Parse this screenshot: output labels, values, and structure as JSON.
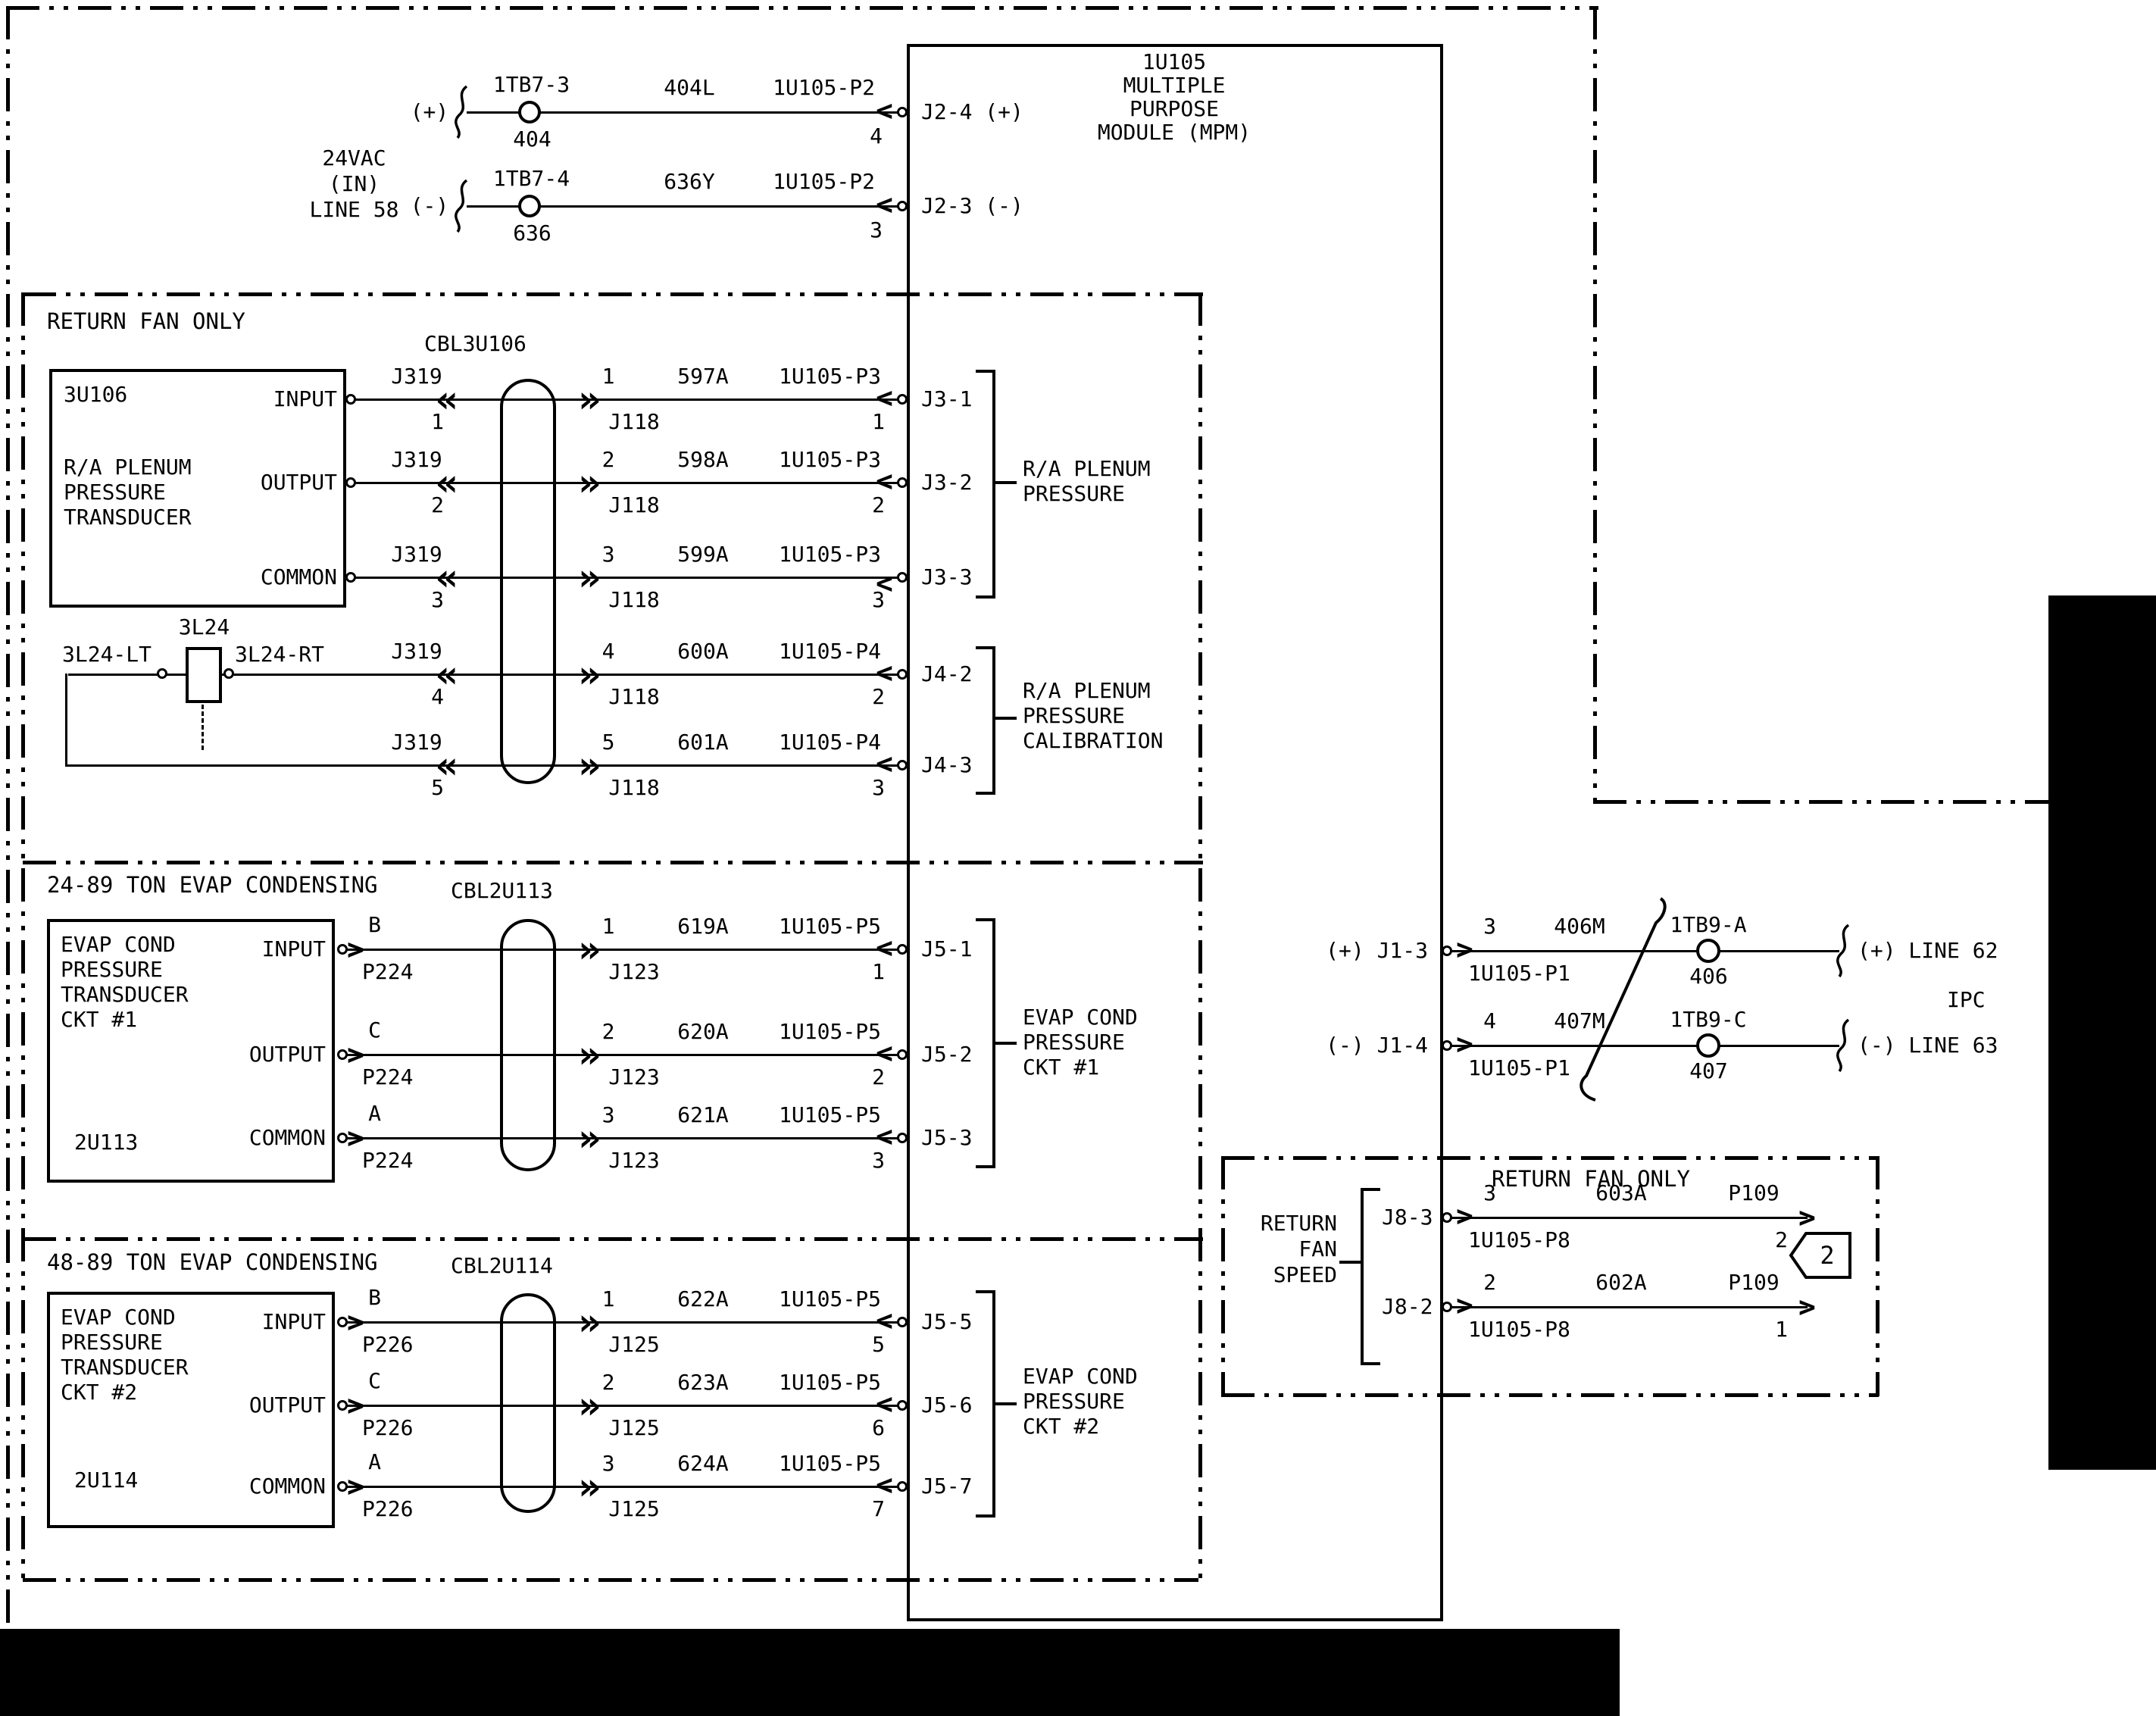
{
  "colors": {
    "ink": "#000000",
    "paper": "#ffffff"
  },
  "mpm": {
    "title": "1U105\nMULTIPLE\nPURPOSE\nMODULE (MPM)"
  },
  "power": {
    "source": "24VAC\n(IN)\nLINE 58",
    "rows": [
      {
        "pol": "(+)",
        "tb_top": "1TB7-3",
        "tb_bot": "404",
        "wire": "404L",
        "plug": "1U105-P2",
        "pin": "4",
        "jack": "J2-4 (+)"
      },
      {
        "pol": "(-)",
        "tb_top": "1TB7-4",
        "tb_bot": "636",
        "wire": "636Y",
        "plug": "1U105-P2",
        "pin": "3",
        "jack": "J2-3 (-)"
      }
    ]
  },
  "sec1": {
    "title": "RETURN FAN ONLY",
    "cable": "CBL3U106",
    "device_id": "3U106",
    "device_desc": "R/A PLENUM\nPRESSURE\nTRANSDUCER",
    "pins": [
      "INPUT",
      "OUTPUT",
      "COMMON"
    ],
    "rows": [
      {
        "cl_top": "J319",
        "cl_bot": "1",
        "cr_top": "1",
        "cr_bot": "J118",
        "wire": "597A",
        "plug": "1U105-P3",
        "pin": "1",
        "jack": "J3-1"
      },
      {
        "cl_top": "J319",
        "cl_bot": "2",
        "cr_top": "2",
        "cr_bot": "J118",
        "wire": "598A",
        "plug": "1U105-P3",
        "pin": "2",
        "jack": "J3-2"
      },
      {
        "cl_top": "J319",
        "cl_bot": "3",
        "cr_top": "3",
        "cr_bot": "J118",
        "wire": "599A",
        "plug": "1U105-P3",
        "pin": "3",
        "jack": "J3-3"
      },
      {
        "cl_top": "J319",
        "cl_bot": "4",
        "cr_top": "4",
        "cr_bot": "J118",
        "wire": "600A",
        "plug": "1U105-P4",
        "pin": "2",
        "jack": "J4-2"
      },
      {
        "cl_top": "J319",
        "cl_bot": "5",
        "cr_top": "5",
        "cr_bot": "J118",
        "wire": "601A",
        "plug": "1U105-P4",
        "pin": "3",
        "jack": "J4-3"
      }
    ],
    "bracket1": "R/A PLENUM\nPRESSURE",
    "bracket2": "R/A PLENUM\nPRESSURE\nCALIBRATION",
    "l3l24": {
      "id": "3L24",
      "lt": "3L24-LT",
      "rt": "3L24-RT"
    }
  },
  "sec2": {
    "title": "24-89 TON EVAP CONDENSING",
    "cable": "CBL2U113",
    "device_id": "2U113",
    "device_desc": "EVAP COND\nPRESSURE\nTRANSDUCER\nCKT #1",
    "pins": [
      "INPUT",
      "OUTPUT",
      "COMMON"
    ],
    "rows": [
      {
        "cl_top": "B",
        "cl_bot": "P224",
        "cr_top": "1",
        "cr_bot": "J123",
        "wire": "619A",
        "plug": "1U105-P5",
        "pin": "1",
        "jack": "J5-1"
      },
      {
        "cl_top": "C",
        "cl_bot": "P224",
        "cr_top": "2",
        "cr_bot": "J123",
        "wire": "620A",
        "plug": "1U105-P5",
        "pin": "2",
        "jack": "J5-2"
      },
      {
        "cl_top": "A",
        "cl_bot": "P224",
        "cr_top": "3",
        "cr_bot": "J123",
        "wire": "621A",
        "plug": "1U105-P5",
        "pin": "3",
        "jack": "J5-3"
      }
    ],
    "bracket": "EVAP COND\nPRESSURE\nCKT #1"
  },
  "sec3": {
    "title": "48-89 TON EVAP CONDENSING",
    "cable": "CBL2U114",
    "device_id": "2U114",
    "device_desc": "EVAP COND\nPRESSURE\nTRANSDUCER\nCKT #2",
    "pins": [
      "INPUT",
      "OUTPUT",
      "COMMON"
    ],
    "rows": [
      {
        "cl_top": "B",
        "cl_bot": "P226",
        "cr_top": "1",
        "cr_bot": "J125",
        "wire": "622A",
        "plug": "1U105-P5",
        "pin": "5",
        "jack": "J5-5"
      },
      {
        "cl_top": "C",
        "cl_bot": "P226",
        "cr_top": "2",
        "cr_bot": "J125",
        "wire": "623A",
        "plug": "1U105-P5",
        "pin": "6",
        "jack": "J5-6"
      },
      {
        "cl_top": "A",
        "cl_bot": "P226",
        "cr_top": "3",
        "cr_bot": "J125",
        "wire": "624A",
        "plug": "1U105-P5",
        "pin": "7",
        "jack": "J5-7"
      }
    ],
    "bracket": "EVAP COND\nPRESSURE\nCKT #2"
  },
  "ipc": {
    "label": "IPC",
    "rows": [
      {
        "jack": "(+) J1-3",
        "pin": "3",
        "plug": "1U105-P1",
        "wire": "406M",
        "tb_top": "1TB9-A",
        "tb_bot": "406",
        "dest": "(+) LINE 62"
      },
      {
        "jack": "(-) J1-4",
        "pin": "4",
        "plug": "1U105-P1",
        "wire": "407M",
        "tb_top": "1TB9-C",
        "tb_bot": "407",
        "dest": "(-) LINE 63"
      }
    ]
  },
  "rfan": {
    "title": "RETURN FAN ONLY",
    "speed_label": "RETURN\nFAN\nSPEED",
    "flag": "2",
    "rows": [
      {
        "jack": "J8-3",
        "pin": "3",
        "plug": "1U105-P8",
        "wire": "603A",
        "conn": "P109",
        "cpin": "2"
      },
      {
        "jack": "J8-2",
        "pin": "2",
        "plug": "1U105-P8",
        "wire": "602A",
        "conn": "P109",
        "cpin": "1"
      }
    ]
  },
  "glyphs": {
    "mate_left": "«",
    "mate_right": "»",
    "edge_left": "<",
    "edge_right": ">"
  }
}
